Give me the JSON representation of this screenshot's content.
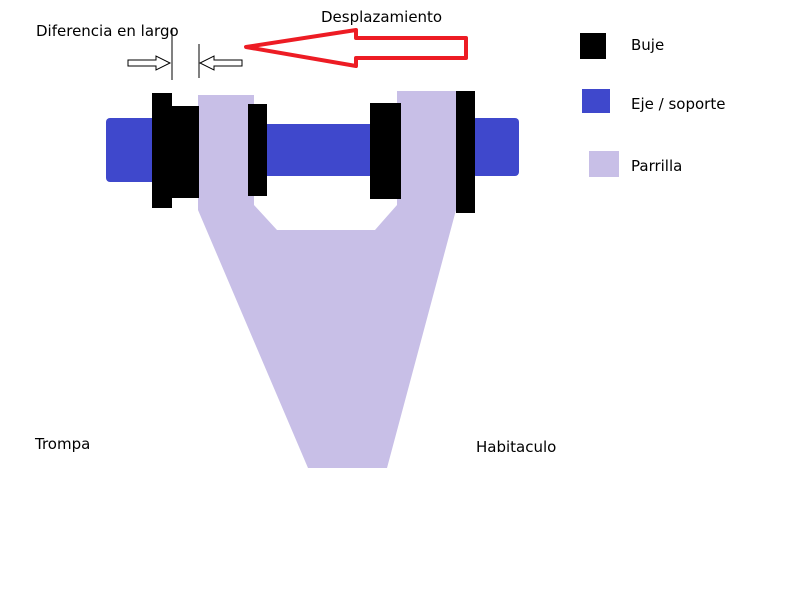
{
  "labels": {
    "length_difference": "Diferencia en largo",
    "displacement": "Desplazamiento",
    "front": "Trompa",
    "cabin": "Habitaculo"
  },
  "legend": {
    "items": [
      {
        "label": "Buje",
        "color": "#000000"
      },
      {
        "label": "Eje / soporte",
        "color": "#3f48cc"
      },
      {
        "label": "Parrilla",
        "color": "#c8bfe7"
      }
    ]
  },
  "colors": {
    "arrow": "#ed1c24",
    "bushing": "#000000",
    "axle": "#3f48cc",
    "control_arm": "#c8bfe7"
  }
}
